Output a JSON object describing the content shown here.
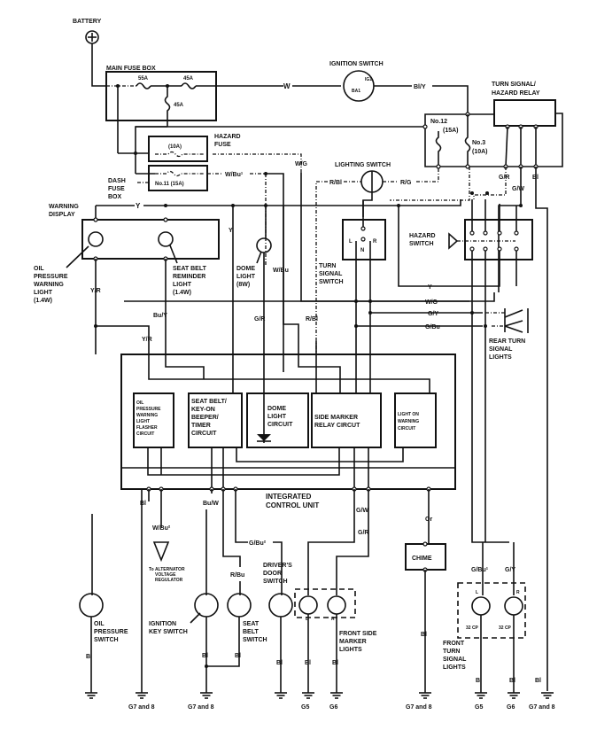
{
  "diagram": {
    "components": {
      "battery": "BATTERY",
      "main_fuse_box": "MAIN FUSE BOX",
      "fuse_55a": "55A",
      "fuse_45a_top": "45A",
      "fuse_45a_mid": "45A",
      "ignition_switch": "IGNITION SWITCH",
      "ig1": "IG1",
      "ba1": "BA1",
      "turn_relay_line1": "TURN SIGNAL/",
      "turn_relay_line2": "HAZARD RELAY",
      "fuse_no12_a": "No.12",
      "fuse_no12_b": "(15A)",
      "fuse_no3_a": "No.3",
      "fuse_no3_b": "(10A)",
      "hazard_fuse_line1": "HAZARD",
      "hazard_fuse_line2": "FUSE",
      "hazard_fuse_rating": "(10A)",
      "dash_fuse_no11": "No.11 (15A)",
      "dash_fuse_box": [
        "DASH",
        "FUSE",
        "BOX"
      ],
      "lighting_switch": "LIGHTING SWITCH",
      "warning_display": [
        "WARNING",
        "DISPLAY"
      ],
      "oil_warning_light": [
        "OIL",
        "PRESSURE",
        "WARNING",
        "LIGHT",
        "(1.4W)"
      ],
      "seat_belt_light": [
        "SEAT BELT",
        "REMINDER",
        "LIGHT",
        "(1.4W)"
      ],
      "dome_light": [
        "DOME",
        "LIGHT",
        "(8W)"
      ],
      "turn_signal_switch": [
        "TURN",
        "SIGNAL",
        "SWITCH"
      ],
      "turn_switch_pins": [
        "L",
        "N",
        "R"
      ],
      "hazard_switch": [
        "HAZARD",
        "SWITCH"
      ],
      "rear_turn_lights": [
        "REAR TURN",
        "SIGNAL",
        "LIGHTS"
      ],
      "icu_title": [
        "INTEGRATED",
        "CONTROL UNIT"
      ],
      "icu_circuits": [
        [
          "OIL",
          "PRESSURE",
          "WARNING",
          "LIGHT",
          "FLASHER",
          "CIRCUIT"
        ],
        [
          "SEAT BELT/",
          "KEY-ON",
          "BEEPER/",
          "TIMER",
          "CIRCUIT"
        ],
        [
          "DOME",
          "LIGHT",
          "CIRCUIT"
        ],
        [
          "SIDE MARKER",
          "RELAY CIRCUT"
        ],
        [
          "LIGHT ON",
          "WARNING",
          "CIRCUIT"
        ]
      ],
      "alternator": [
        "To ALTERNATOR",
        "VOLTAGE",
        "REGULATOR"
      ],
      "oil_pressure_switch": [
        "OIL",
        "PRESSURE",
        "SWITCH"
      ],
      "ignition_key_switch": [
        "IGNITION",
        "KEY SWITCH"
      ],
      "seat_belt_switch": [
        "SEAT",
        "BELT",
        "SWITCH"
      ],
      "drivers_door_switch": [
        "DRIVER'S",
        "DOOR",
        "SWITCH"
      ],
      "front_side_marker": [
        "FRONT SIDE",
        "MARKER",
        "LIGHTS"
      ],
      "side_marker_pins": [
        "L",
        "R"
      ],
      "chime": "CHIME",
      "front_turn_lights": [
        "FRONT",
        "TURN",
        "SIGNAL",
        "LIGHTS"
      ],
      "front_turn_pins": [
        "L",
        "R"
      ],
      "front_turn_rating": "32 CP"
    },
    "wire_colors": {
      "w": "W",
      "bl_y": "Bl/Y",
      "w_bu1": "W/Bu¹",
      "w_g_top": "W/G",
      "r_bl_top": "R/Bl",
      "r_g": "R/G",
      "g_r_top": "G/R",
      "g_w_top": "G/W",
      "bl_top": "Bl",
      "y_main": "Y",
      "y_left": "Y",
      "y_r1": "Y/R",
      "y_r2": "Y/R",
      "bu_y": "Bu/Y",
      "w_bu": "W/Bu",
      "g_r_dome": "G/R",
      "r_bl_mid": "R/Bl",
      "y_bus": "Y",
      "w_g_bus": "W/G",
      "g_y_bus": "G/Y",
      "g_bu_bus": "G/Bu",
      "bl_icu": "Bl",
      "bu_w": "Bu/W",
      "w_bu2": "W/Bu²",
      "g_bu2": "G/Bu²",
      "r_bu": "R/Bu",
      "g_w_bottom": "G/W",
      "g_r_bottom": "G/R",
      "or": "Or",
      "g_bu1": "G/Bu¹",
      "g_y_bottom": "G/Y",
      "bl": "Bl"
    },
    "grounds": [
      "G7 and 8",
      "G7 and 8",
      "G5",
      "G6",
      "G7 and 8",
      "G5",
      "G6",
      "G7 and 8"
    ]
  }
}
